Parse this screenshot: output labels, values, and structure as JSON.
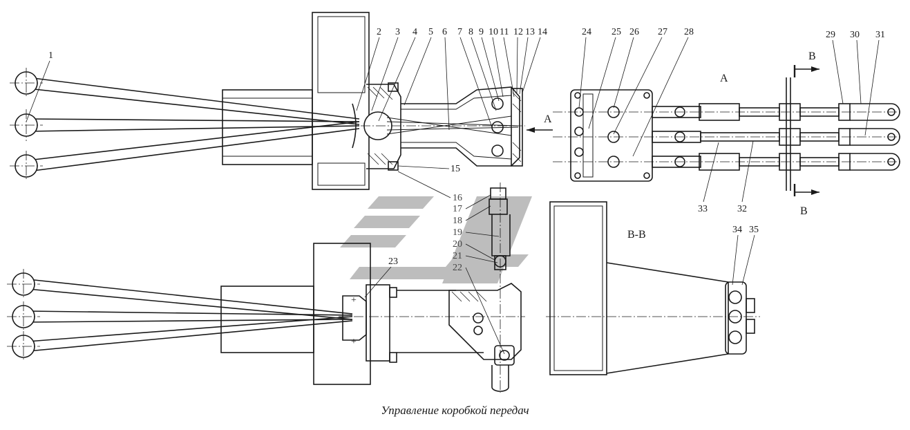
{
  "caption": "Управление коробкой передач",
  "callouts": {
    "c1": "1",
    "c2": "2",
    "c3": "3",
    "c4": "4",
    "c5": "5",
    "c6": "6",
    "c7": "7",
    "c8": "8",
    "c9": "9",
    "c10": "10",
    "c11": "11",
    "c12": "12",
    "c13": "13",
    "c14": "14",
    "c15": "15",
    "c16": "16",
    "c17": "17",
    "c18": "18",
    "c19": "19",
    "c20": "20",
    "c21": "21",
    "c22": "22",
    "c23": "23",
    "c24": "24",
    "c25": "25",
    "c26": "26",
    "c27": "27",
    "c28": "28",
    "c29": "29",
    "c30": "30",
    "c31": "31",
    "c32": "32",
    "c33": "33",
    "c34": "34",
    "c35": "35"
  },
  "view_labels": {
    "view_a_arrow": "A",
    "view_a_title": "A",
    "section_top": "B",
    "section_bottom": "B",
    "section_title": "B-B"
  }
}
